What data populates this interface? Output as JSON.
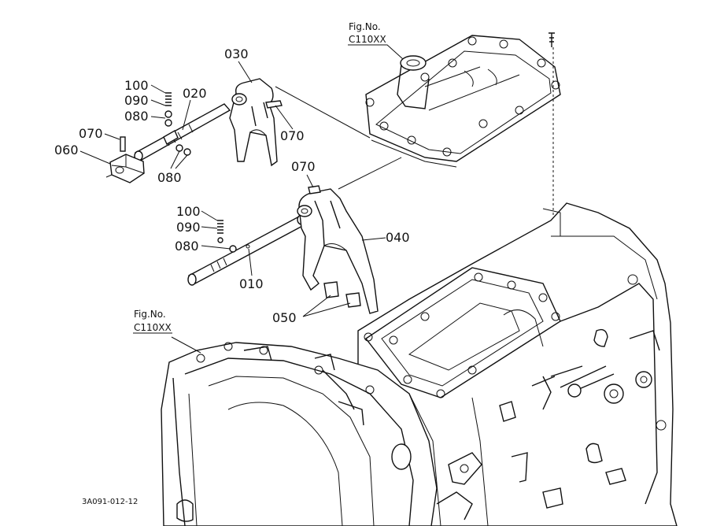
{
  "callouts": {
    "p030": "030",
    "p020": "020",
    "p100_top": "100",
    "p090_top": "090",
    "p080_top": "080",
    "p070_top_left": "070",
    "p060": "060",
    "p080_mid": "080",
    "p070_fork": "070",
    "p070_mid": "070",
    "p100_low": "100",
    "p090_low": "090",
    "p080_low": "080",
    "p040": "040",
    "p010": "010",
    "p050": "050"
  },
  "fig_refs": {
    "top": {
      "label": "Fig.No.",
      "code": "C110XX"
    },
    "left": {
      "label": "Fig.No.",
      "code": "C110XX"
    }
  },
  "drawing_code": "3A091-012-12"
}
